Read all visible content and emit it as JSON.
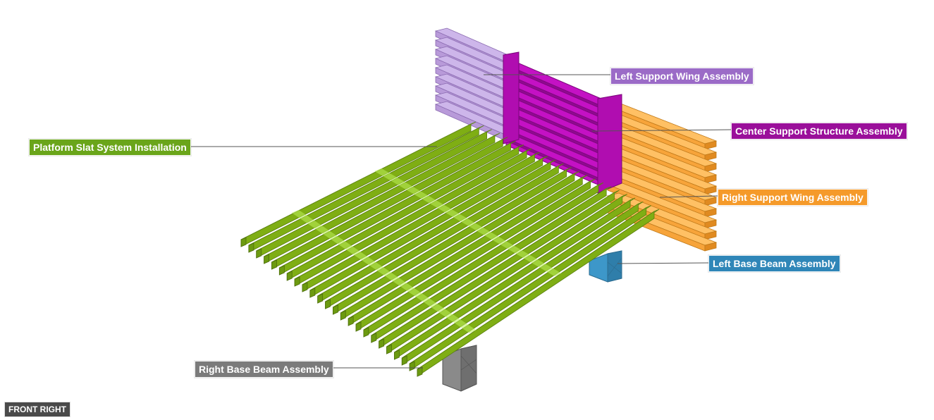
{
  "view": "FRONT RIGHT",
  "labels": {
    "left_support_wing": "Left Support Wing Assembly",
    "center_support": "Center Support Structure Assembly",
    "platform_slats": "Platform Slat System Installation",
    "right_support_wing": "Right Support Wing Assembly",
    "left_base_beam": "Left Base Beam Assembly",
    "right_base_beam": "Right Base Beam Assembly"
  },
  "colors": {
    "left_support_wing": "#9b6bc7",
    "center_support": "#9a0f9a",
    "platform_slats": "#6aa51a",
    "right_support_wing": "#f59a2a",
    "left_base_beam": "#2f86b8",
    "right_base_beam": "#7b7b7b"
  }
}
